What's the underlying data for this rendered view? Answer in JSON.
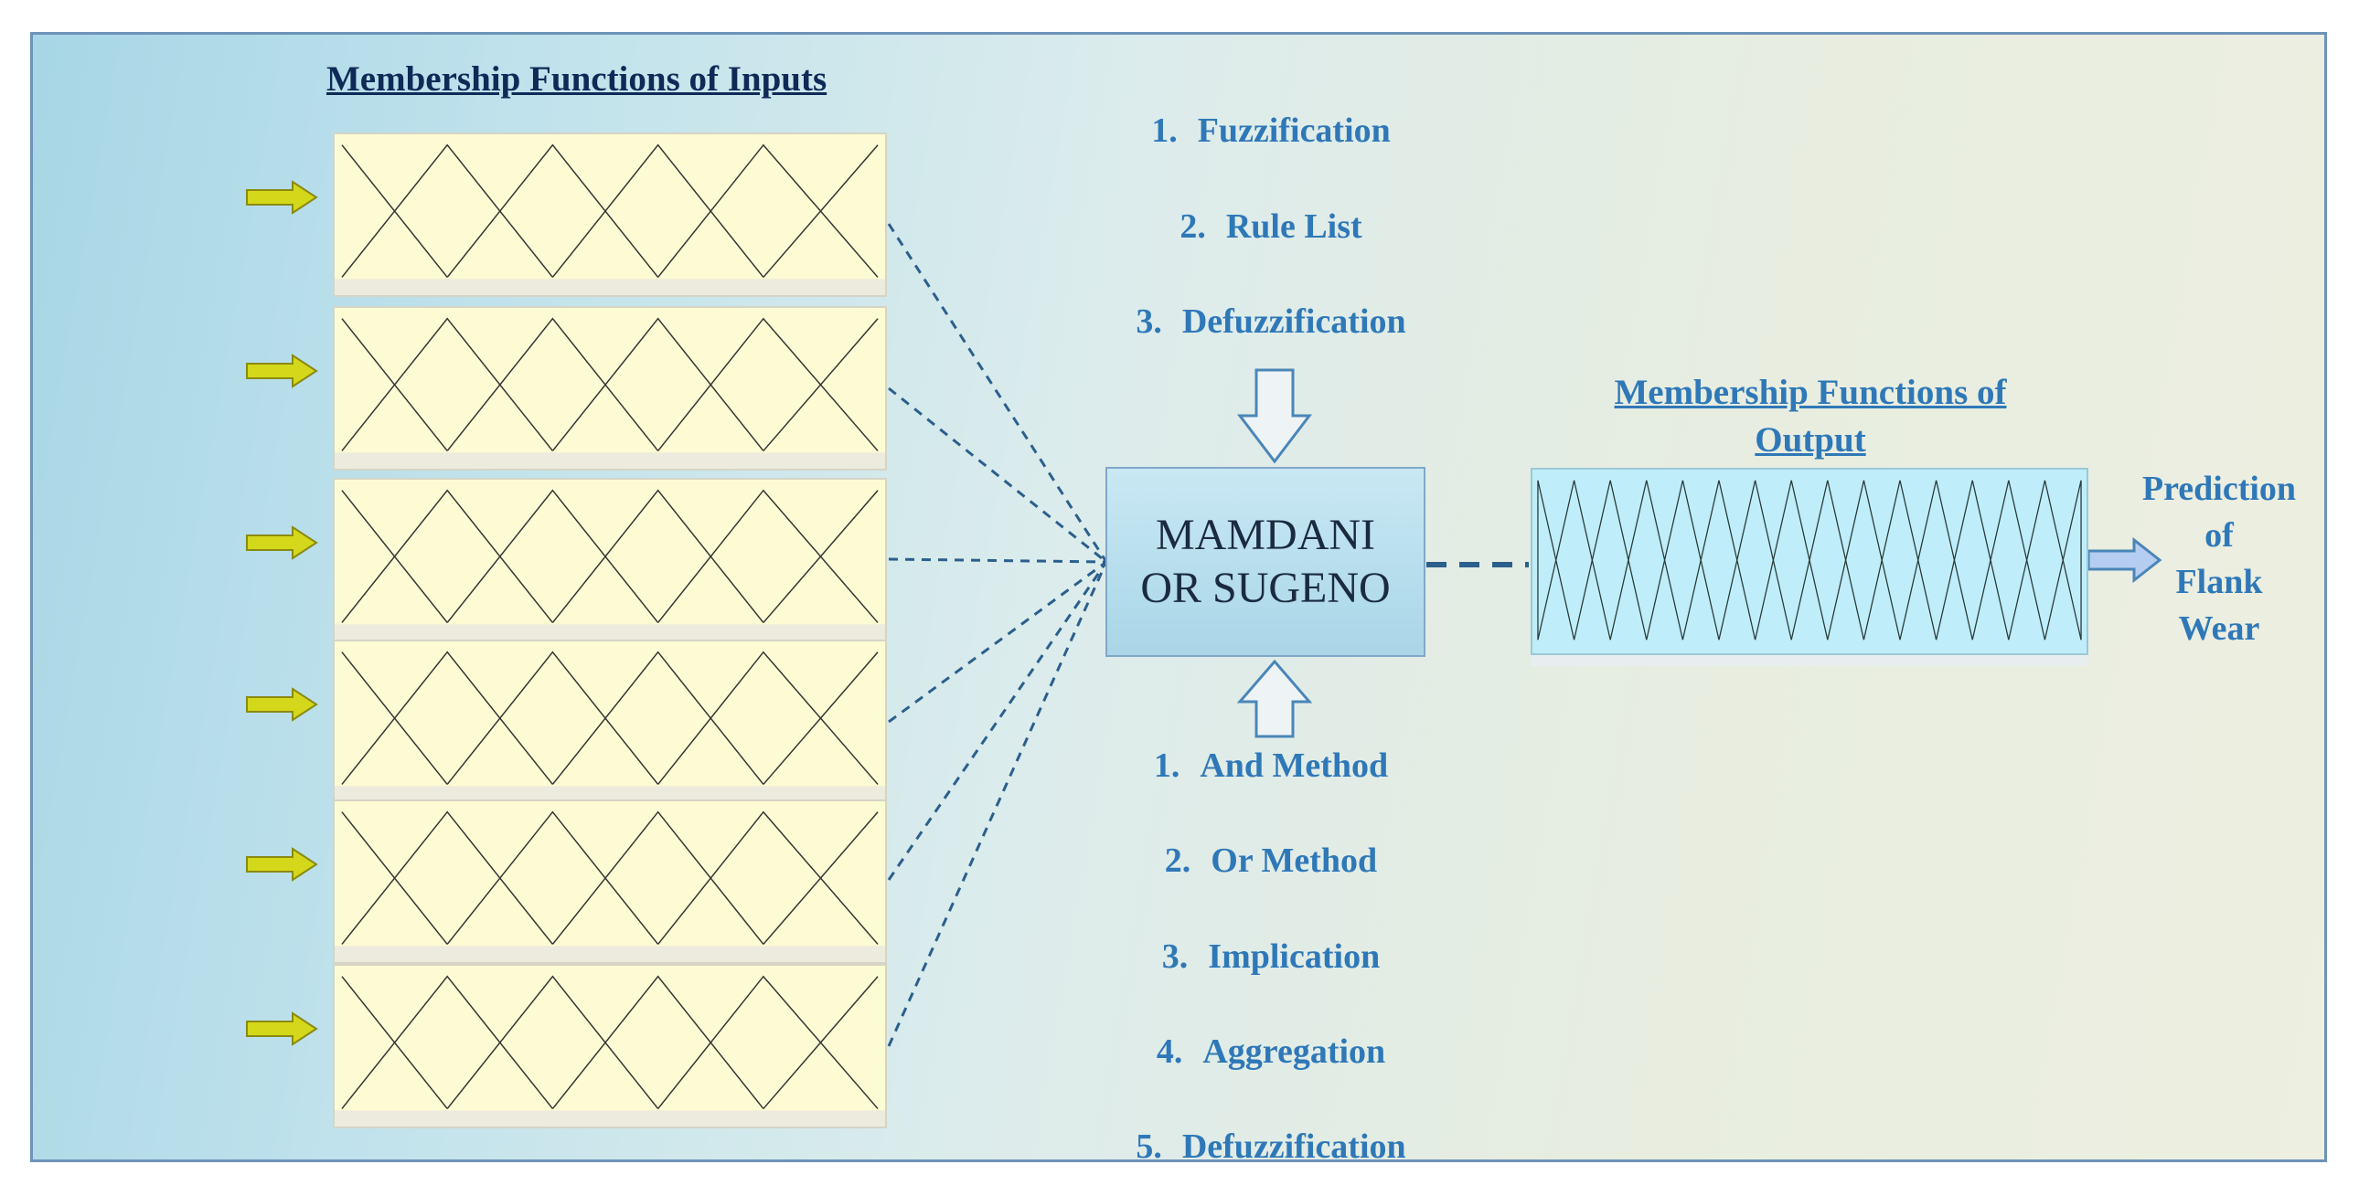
{
  "inputs_heading": "Membership Functions of Inputs",
  "output_heading_line1": "Membership Functions of",
  "output_heading_line2": "Output",
  "core_line1": "MAMDANI",
  "core_line2": "OR SUGENO",
  "top_steps": [
    {
      "num": "1.",
      "label": "Fuzzification"
    },
    {
      "num": "2.",
      "label": "Rule List"
    },
    {
      "num": "3.",
      "label": "Defuzzification"
    }
  ],
  "bottom_steps": [
    {
      "num": "1.",
      "label": "And Method"
    },
    {
      "num": "2.",
      "label": "Or Method"
    },
    {
      "num": "3.",
      "label": "Implication"
    },
    {
      "num": "4.",
      "label": "Aggregation"
    },
    {
      "num": "5.",
      "label": "Defuzzification"
    }
  ],
  "prediction_lines": [
    "Prediction",
    "of",
    "Flank",
    "Wear"
  ],
  "colors": {
    "heading_dark": "#0f2a57",
    "heading_blue": "#2f78b8",
    "connector": "#2b5f8c",
    "input_panel": "#fdfbd3",
    "output_panel": "#bfeefa",
    "input_arrow": "#d4d81a"
  }
}
